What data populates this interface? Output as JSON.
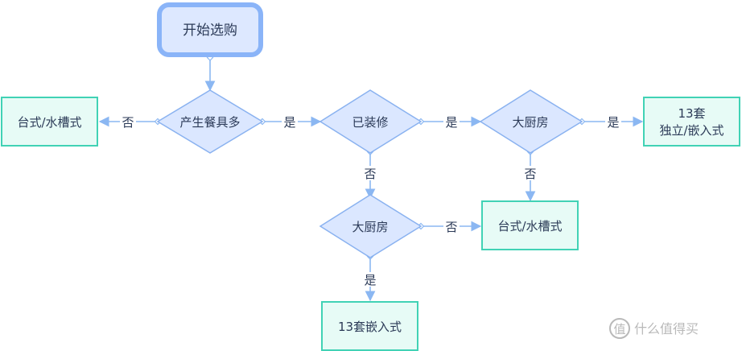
{
  "colors": {
    "edge": "#8bb7f2",
    "decision_fill": "#dbe7ff",
    "decision_stroke": "#8ab2f0",
    "start_fill": "#dde8ff",
    "start_stroke": "#8ab4f8",
    "result_fill": "#e7fbf6",
    "result_stroke": "#41d2b5",
    "text": "#2b3a57",
    "watermark": "#b9b9b9"
  },
  "nodes": {
    "start": "开始选购",
    "d_kitchenware": "产生餐具多",
    "d_renovated": "已装修",
    "d_big_kitchen_1": "大厨房",
    "d_big_kitchen_2": "大厨房",
    "r_countertop_1": "台式/水槽式",
    "r_countertop_2": "台式/水槽式",
    "r_13set_line1": "13套",
    "r_13set_line2": "独立/嵌入式",
    "r_13set_builtin": "13套嵌入式"
  },
  "edges": {
    "kitchenware_no": "否",
    "kitchenware_yes": "是",
    "renovated_yes": "是",
    "renovated_no": "否",
    "big1_yes": "是",
    "big1_no": "否",
    "big2_no": "否",
    "big2_yes": "是"
  },
  "watermark": {
    "icon": "smzdm-logo-icon",
    "text": "什么值得买"
  }
}
